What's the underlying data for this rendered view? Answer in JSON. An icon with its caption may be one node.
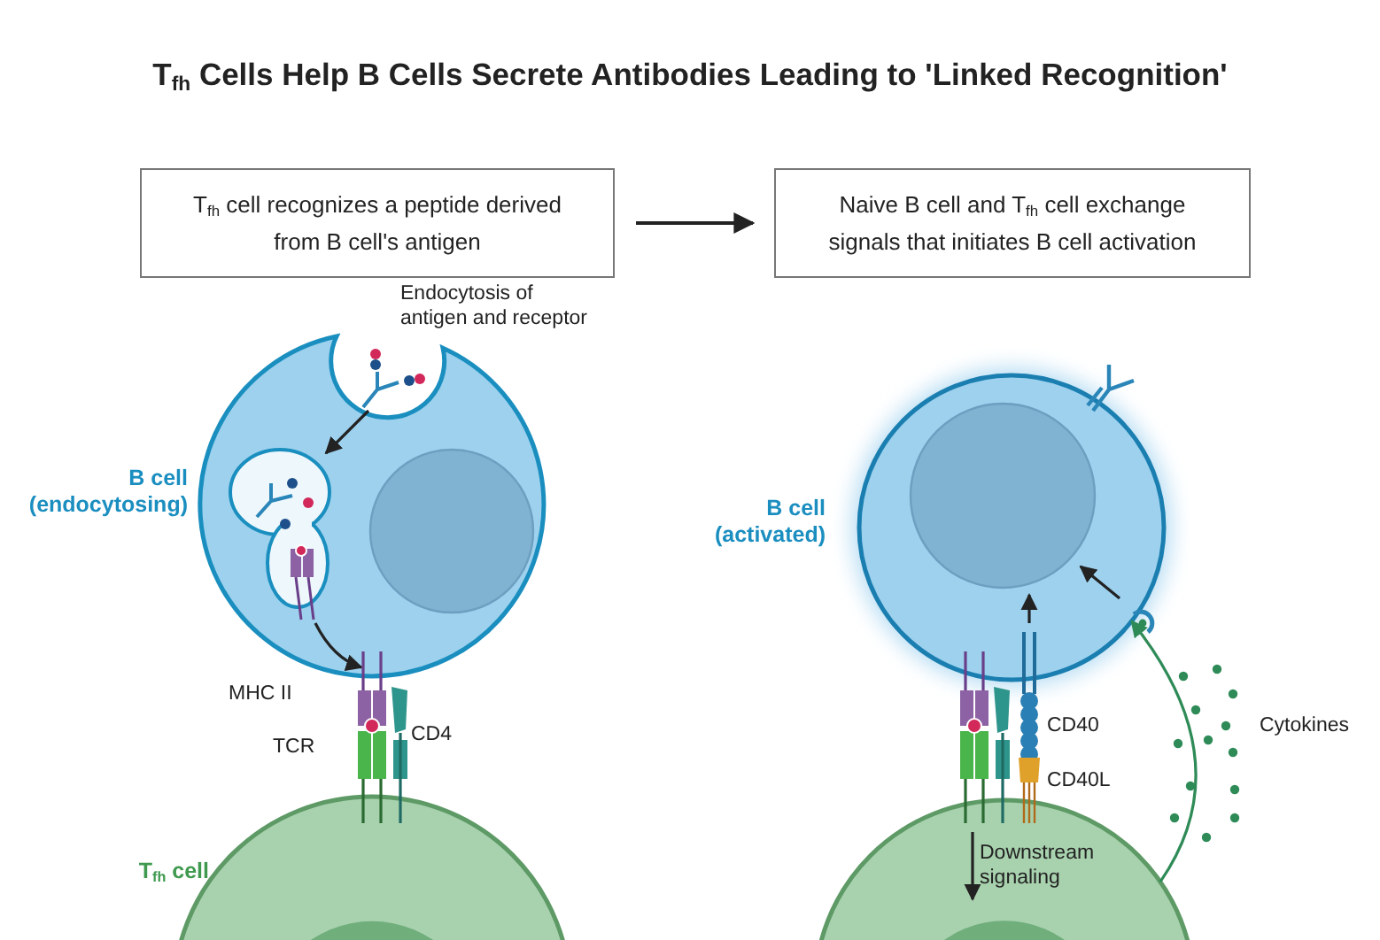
{
  "diagram": {
    "title": "T$_{fh}$ Cells Help B Cells Secrete Antibodies Leading to 'Linked Recognition'",
    "nodes": [
      {
        "text": [
          "T$_{fh}$ cell recognizes a peptide derived from B cell's antigen"
        ]
      },
      {
        "text": [
          "Naive B cell and T$_{fh}$ cell exchange signals that initiates B cell activation"
        ]
      },
      {
        "text": [
          "B cell (endocytosing)"
        ]
      },
      {
        "text": [
          "T$_{fh}$ cell"
        ]
      },
      {
        "text": [
          "B cell (activated)"
        ]
      },
      {
        "text": [],
        "shape": "circle"
      }
    ],
    "edges": [
      {
        "from": 0,
        "to": 1,
        "arrow": "to"
      },
      {
        "from": 5,
        "to": 4,
        "arrow": "to",
        "color": "#2e8b57"
      }
    ],
    "labels": [
      "Endocytosis of antigen and receptor",
      "MHC II",
      "TCR",
      "CD4",
      "CD40",
      "CD40L",
      "Cytokines",
      "Downstream signaling"
    ]
  }
}
